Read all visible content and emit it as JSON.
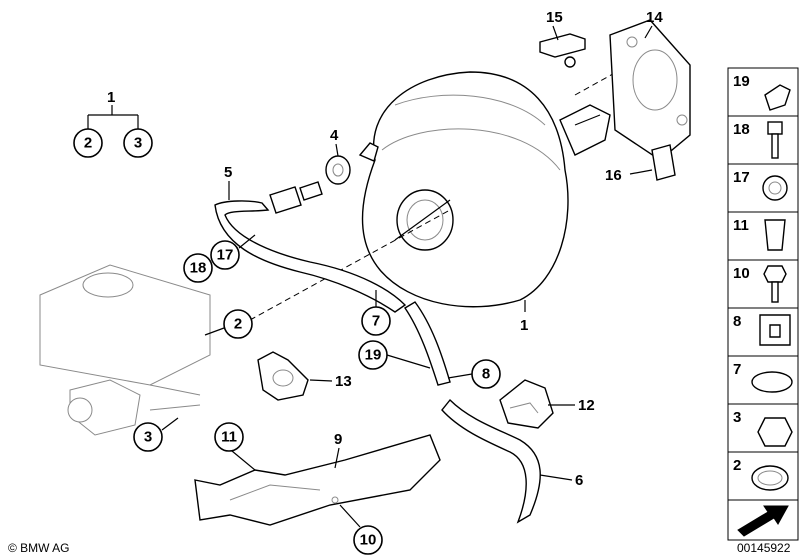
{
  "callouts": {
    "c1": "1",
    "c2a": "2",
    "c3a": "3",
    "c4": "4",
    "c5": "5",
    "c17": "17",
    "c18": "18",
    "c2b": "2",
    "c7": "7",
    "c19": "19",
    "c8": "8",
    "c1b": "1",
    "c13": "13",
    "c3b": "3",
    "c11": "11",
    "c9": "9",
    "c10": "10",
    "c12": "12",
    "c6": "6",
    "c14": "14",
    "c15": "15",
    "c16": "16"
  },
  "side_panel": [
    {
      "num": "19",
      "icon": "pipe-clip-icon"
    },
    {
      "num": "18",
      "icon": "bolt-icon"
    },
    {
      "num": "17",
      "icon": "cable-clamp-icon"
    },
    {
      "num": "11",
      "icon": "expanding-nut-icon"
    },
    {
      "num": "10",
      "icon": "hex-screw-icon"
    },
    {
      "num": "8",
      "icon": "rubber-grommet-icon"
    },
    {
      "num": "7",
      "icon": "hose-clamp-icon"
    },
    {
      "num": "3",
      "icon": "hex-nut-icon"
    },
    {
      "num": "2",
      "icon": "sealing-ring-icon"
    },
    {
      "num": "",
      "icon": "direction-arrow-icon"
    }
  ],
  "footer": {
    "brand": "© BMW AG",
    "diagram_id": "00145922"
  }
}
